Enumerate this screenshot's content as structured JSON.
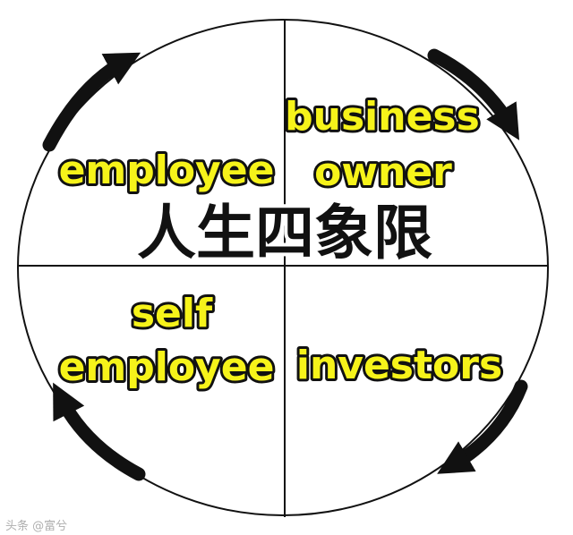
{
  "center_title": "人生四象限",
  "quadrants": {
    "top_left": [
      "employee"
    ],
    "top_right": [
      "business",
      "owner"
    ],
    "bottom_left": [
      "self",
      "employee"
    ],
    "bottom_right": [
      "investors"
    ]
  },
  "watermark": "头条 @富兮",
  "colors": {
    "label_fill": "#f6f31a",
    "outline": "#111111",
    "background": "#ffffff"
  },
  "icons": {
    "arrow_top_left": "curved-arrow-clockwise-icon",
    "arrow_top_right": "curved-arrow-clockwise-icon",
    "arrow_bottom_right": "curved-arrow-clockwise-icon",
    "arrow_bottom_left": "curved-arrow-clockwise-icon"
  }
}
